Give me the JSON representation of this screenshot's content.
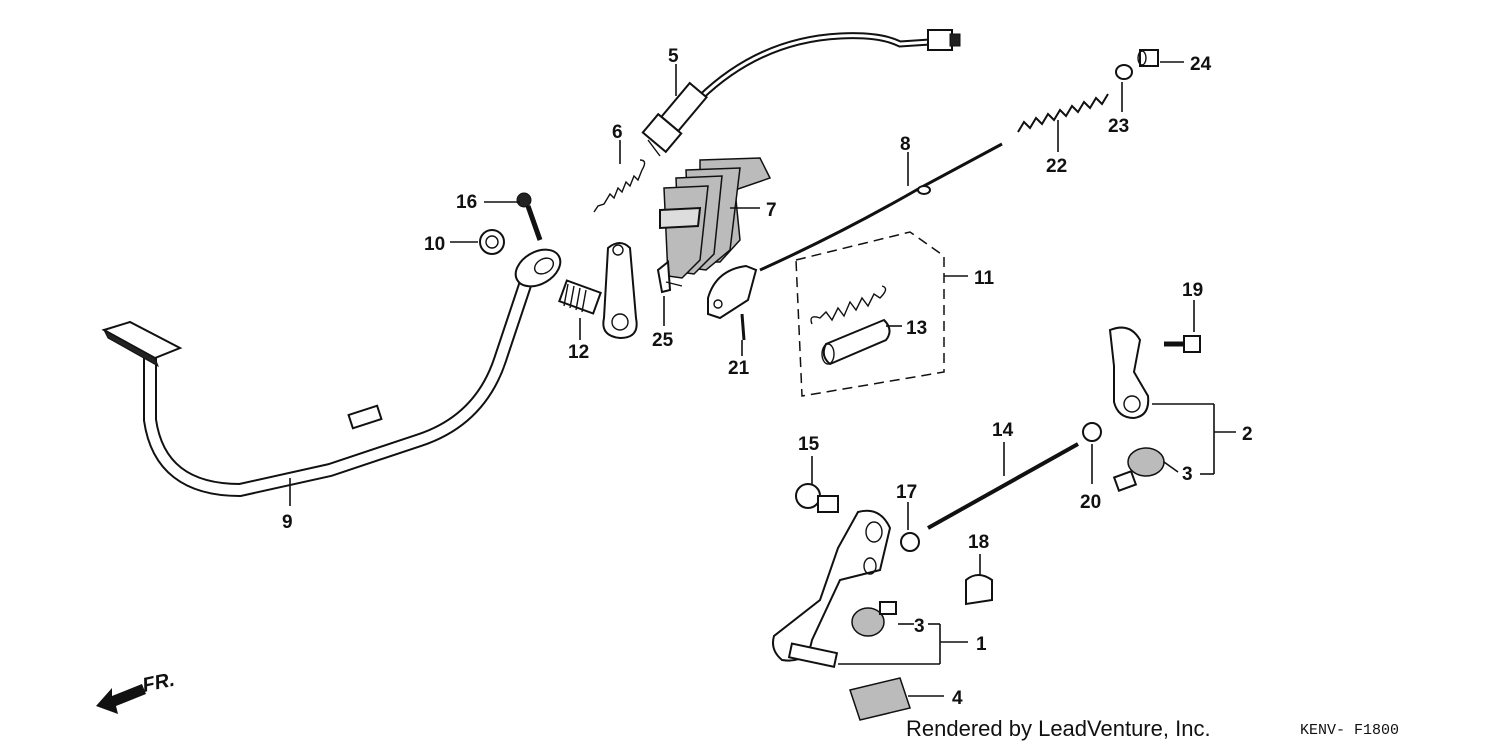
{
  "diagram": {
    "callouts": [
      "1",
      "2",
      "3",
      "3",
      "4",
      "5",
      "6",
      "7",
      "8",
      "9",
      "10",
      "11",
      "12",
      "13",
      "14",
      "15",
      "16",
      "17",
      "18",
      "19",
      "20",
      "21",
      "22",
      "23",
      "24",
      "25"
    ],
    "front_arrow_label": "FR.",
    "footer_credit": "Rendered by LeadVenture, Inc.",
    "footer_code": "KENV- F1800"
  }
}
